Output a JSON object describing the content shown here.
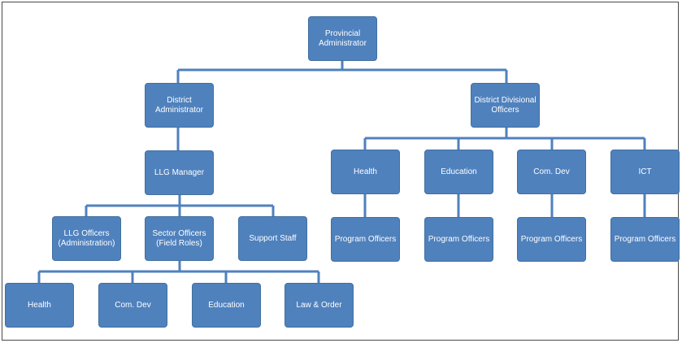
{
  "nodes": {
    "provincial_admin": "Provincial\nAdministrator",
    "district_admin": "District\nAdministrator",
    "district_divisional": "District Divisional\nOfficers",
    "llg_manager": "LLG Manager",
    "llg_officers": "LLG Officers\n(Administration)",
    "sector_officers": "Sector Officers\n(Field Roles)",
    "support_staff": "Support Staff",
    "sector_health": "Health",
    "sector_comdev": "Com. Dev",
    "sector_education": "Education",
    "sector_law": "Law & Order",
    "div_health": "Health",
    "div_education": "Education",
    "div_comdev": "Com. Dev",
    "div_ict": "ICT",
    "prog_health": "Program Officers",
    "prog_education": "Program Officers",
    "prog_comdev": "Program Officers",
    "prog_ict": "Program Officers"
  },
  "colors": {
    "box": "#4f81bd",
    "line": "#4f81bd",
    "text": "#ffffff"
  }
}
